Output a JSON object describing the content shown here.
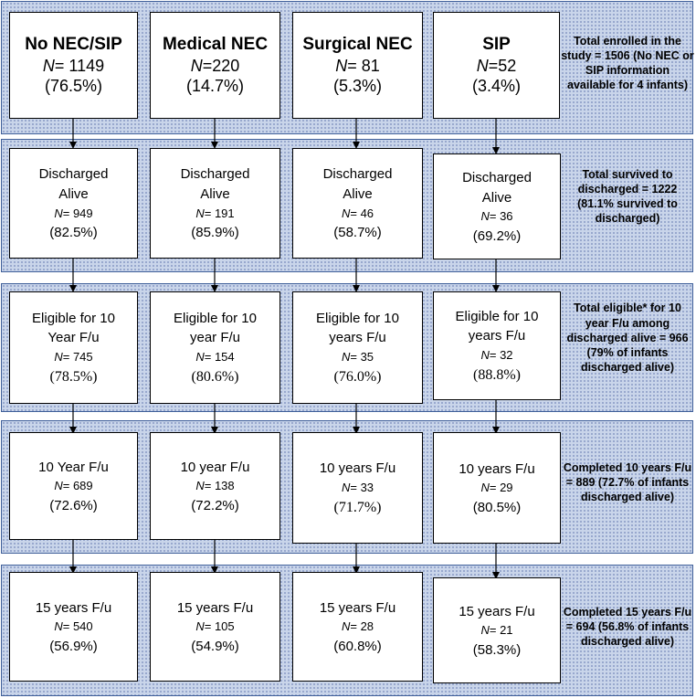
{
  "rows": [
    {
      "summary": "Total enrolled in the study = 1506 (No NEC or SIP information available for 4 infants)",
      "cells": [
        {
          "title": "No NEC/SIP",
          "n_prefix": "N",
          "n_rest": "= 1149",
          "pct": "(76.5%)"
        },
        {
          "title": "Medical NEC",
          "n_prefix": "N",
          "n_rest": "=220",
          "pct": "(14.7%)"
        },
        {
          "title": "Surgical NEC",
          "n_prefix": "N",
          "n_rest": "= 81",
          "pct": "(5.3%)"
        },
        {
          "title": "SIP",
          "n_prefix": "N",
          "n_rest": "=52",
          "pct": "(3.4%)"
        }
      ]
    },
    {
      "summary": "Total survived to discharged = 1222 (81.1% survived to discharged)",
      "cells": [
        {
          "label1": "Discharged",
          "label2": "Alive",
          "n_prefix": "N",
          "n_rest": "= 949",
          "pct": "(82.5%)"
        },
        {
          "label1": "Discharged",
          "label2": "Alive",
          "n_prefix": "N",
          "n_rest": "= 191",
          "pct": "(85.9%)"
        },
        {
          "label1": "Discharged",
          "label2": "Alive",
          "n_prefix": "N",
          "n_rest": "= 46",
          "pct": "(58.7%)"
        },
        {
          "label1": "Discharged",
          "label2": "Alive",
          "n_prefix": "N",
          "n_rest": "= 36",
          "pct": "(69.2%)"
        }
      ]
    },
    {
      "summary": "Total eligible* for 10 year F/u among discharged alive = 966 (79% of infants discharged alive)",
      "cells": [
        {
          "label1": "Eligible for 10",
          "label2": "Year F/u",
          "n_prefix": "N",
          "n_rest": "= 745",
          "pct": "(78.5%)"
        },
        {
          "label1": "Eligible for 10",
          "label2": "year F/u",
          "n_prefix": "N",
          "n_rest": "= 154",
          "pct": "(80.6%)"
        },
        {
          "label1": "Eligible for 10",
          "label2": "years F/u",
          "n_prefix": "N",
          "n_rest": "= 35",
          "pct": "(76.0%)"
        },
        {
          "label1": "Eligible for 10",
          "label2": "years F/u",
          "n_prefix": "N",
          "n_rest": "= 32",
          "pct": "(88.8%)"
        }
      ]
    },
    {
      "summary": "Completed 10 years F/u = 889 (72.7% of infants discharged alive)",
      "cells": [
        {
          "label1": "10 Year F/u",
          "n_prefix": "N",
          "n_rest": "= 689",
          "pct": "(72.6%)"
        },
        {
          "label1": "10 year F/u",
          "n_prefix": "N",
          "n_rest": "= 138",
          "pct": "(72.2%)"
        },
        {
          "label1": "10 years F/u",
          "n_prefix": "N",
          "n_rest": "= 33",
          "pct": "(71.7%)"
        },
        {
          "label1": "10 years F/u",
          "n_prefix": "N",
          "n_rest": "= 29",
          "pct": "(80.5%)"
        }
      ]
    },
    {
      "summary": "Completed 15 years F/u = 694 (56.8% of infants discharged alive)",
      "cells": [
        {
          "label1": "15 years F/u",
          "n_prefix": "N",
          "n_rest": "= 540",
          "pct": "(56.9%)"
        },
        {
          "label1": "15 years F/u",
          "n_prefix": "N",
          "n_rest": "= 105",
          "pct": "(54.9%)"
        },
        {
          "label1": "15 years F/u",
          "n_prefix": "N",
          "n_rest": "= 28",
          "pct": "(60.8%)"
        },
        {
          "label1": "15 years F/u",
          "n_prefix": "N",
          "n_rest": "= 21",
          "pct": "(58.3%)"
        }
      ]
    }
  ],
  "colors": {
    "band_fill": "#c9d5ea",
    "band_border": "#3f5f99",
    "box_border": "#000000",
    "arrow": "#000000"
  }
}
